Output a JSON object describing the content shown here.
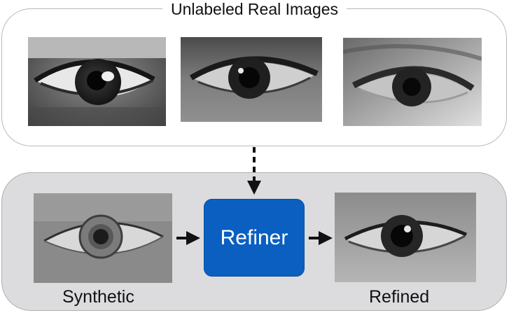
{
  "top_panel": {
    "title": "Unlabeled Real Images"
  },
  "bottom_panel": {
    "synthetic_label": "Synthetic",
    "refiner_label": "Refiner",
    "refined_label": "Refined"
  },
  "colors": {
    "refiner_fill": "#0a5fc1",
    "bottom_panel_fill": "#dcdcde",
    "panel_border": "#b9b9b9",
    "arrow": "#111111"
  }
}
